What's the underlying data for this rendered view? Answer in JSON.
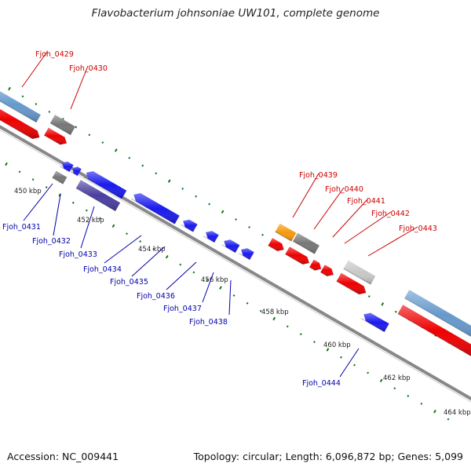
{
  "title": "Flavobacterium johnsoniae UW101, complete genome",
  "accession": "Accession: NC_009441",
  "summary": "Topology: circular; Length: 6,096,872 bp; Genes: 5,099",
  "colors": {
    "forward_cds": "#ee0000",
    "reverse_cds": "#1a1aee",
    "forward_rna": "#6699cc",
    "reverse_rna": "#4a3ea0",
    "unknown": "#777777",
    "pseudo": "#c8c8c8",
    "special": "#f59a10",
    "backbone": "#888888",
    "tick": "#11771a",
    "forward_label": "#cc0000",
    "reverse_label": "#0000aa"
  },
  "scale_labels": [
    "450 kbp",
    "452 kbp",
    "454 kbp",
    "456 kbp",
    "458 kbp",
    "460 kbp",
    "462 kbp",
    "464 kbp"
  ],
  "genes_forward": [
    "Fjoh_0429",
    "Fjoh_0430",
    "Fjoh_0439",
    "Fjoh_0440",
    "Fjoh_0441",
    "Fjoh_0442",
    "Fjoh_0443"
  ],
  "genes_reverse": [
    "Fjoh_0431",
    "Fjoh_0432",
    "Fjoh_0433",
    "Fjoh_0434",
    "Fjoh_0435",
    "Fjoh_0436",
    "Fjoh_0437",
    "Fjoh_0438",
    "Fjoh_0444"
  ]
}
